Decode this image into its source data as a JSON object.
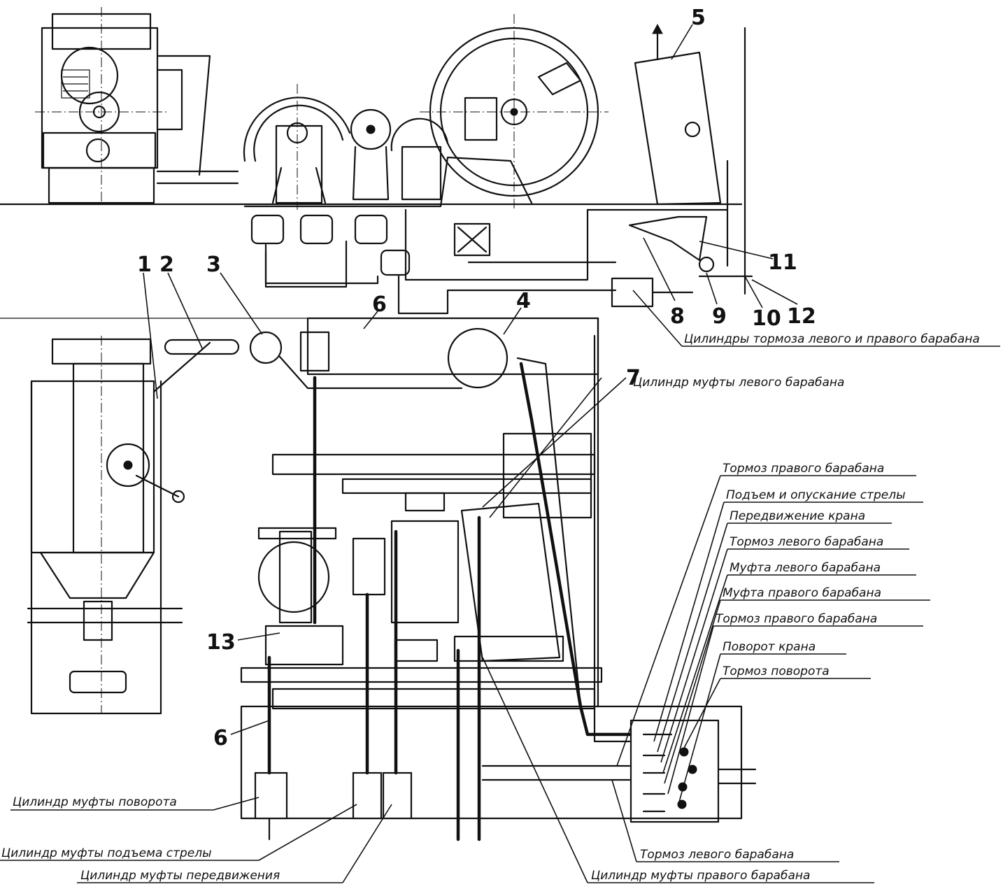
{
  "numbers": {
    "n1": "1",
    "n2": "2",
    "n3": "3",
    "n4": "4",
    "n5": "5",
    "n6a": "6",
    "n6b": "6",
    "n7": "7",
    "n8": "8",
    "n9": "9",
    "n10": "10",
    "n11": "11",
    "n12": "12",
    "n13": "13"
  },
  "labels": {
    "brake_cylinders": "Цилиндры тормоза левого и правого барабана",
    "left_clutch_cylinder": "Цилиндр муфты левого барабана",
    "console": [
      "Тормоз правого барабана",
      "Подъем и опускание стрелы",
      "Передвижение крана",
      "Тормоз левого барабана",
      "Муфта левого барабана",
      "Муфта правого барабана",
      "Тормоз правого барабана",
      "Поворот крана",
      "Тормоз поворота"
    ],
    "slew_clutch_cylinder": "Цилиндр муфты поворота",
    "boom_clutch_cylinder": "Цилиндр муфты подъема стрелы",
    "travel_clutch_cylinder": "Цилиндр муфты передвижения",
    "bottom_left_brake": "Тормоз левого барабана",
    "right_clutch_cylinder": "Цилиндр муфты правого барабана"
  }
}
